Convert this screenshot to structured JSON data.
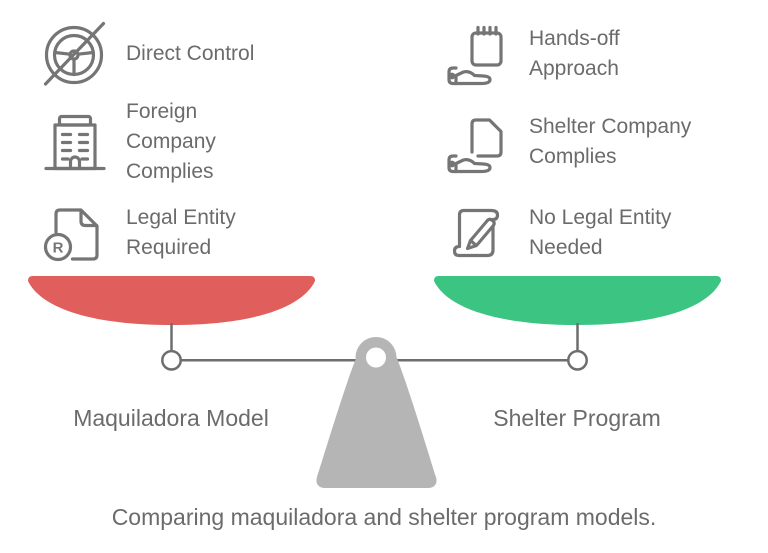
{
  "colors": {
    "red": "#E05E5C",
    "green": "#3CC483",
    "pedestal": "#B5B5B5",
    "line": "#6E6E6E",
    "icon": "#757575",
    "text": "#6B6B6B"
  },
  "diagram": {
    "left": {
      "label": "Maquiladora Model",
      "bowl_color": "#E05E5C",
      "items": [
        {
          "icon": "no-steering-wheel-icon",
          "text": "Direct Control"
        },
        {
          "icon": "office-building-icon",
          "text": "Foreign\nCompany\nComplies"
        },
        {
          "icon": "registered-document-icon",
          "text": "Legal Entity\nRequired",
          "badge": "R"
        }
      ]
    },
    "right": {
      "label": "Shelter Program",
      "bowl_color": "#3CC483",
      "items": [
        {
          "icon": "hand-calendar-icon",
          "text": "Hands-off\nApproach"
        },
        {
          "icon": "hand-document-icon",
          "text": "Shelter Company\nComplies"
        },
        {
          "icon": "contract-signing-icon",
          "text": "No Legal Entity\nNeeded"
        }
      ]
    },
    "caption": "Comparing maquiladora and shelter program models."
  }
}
